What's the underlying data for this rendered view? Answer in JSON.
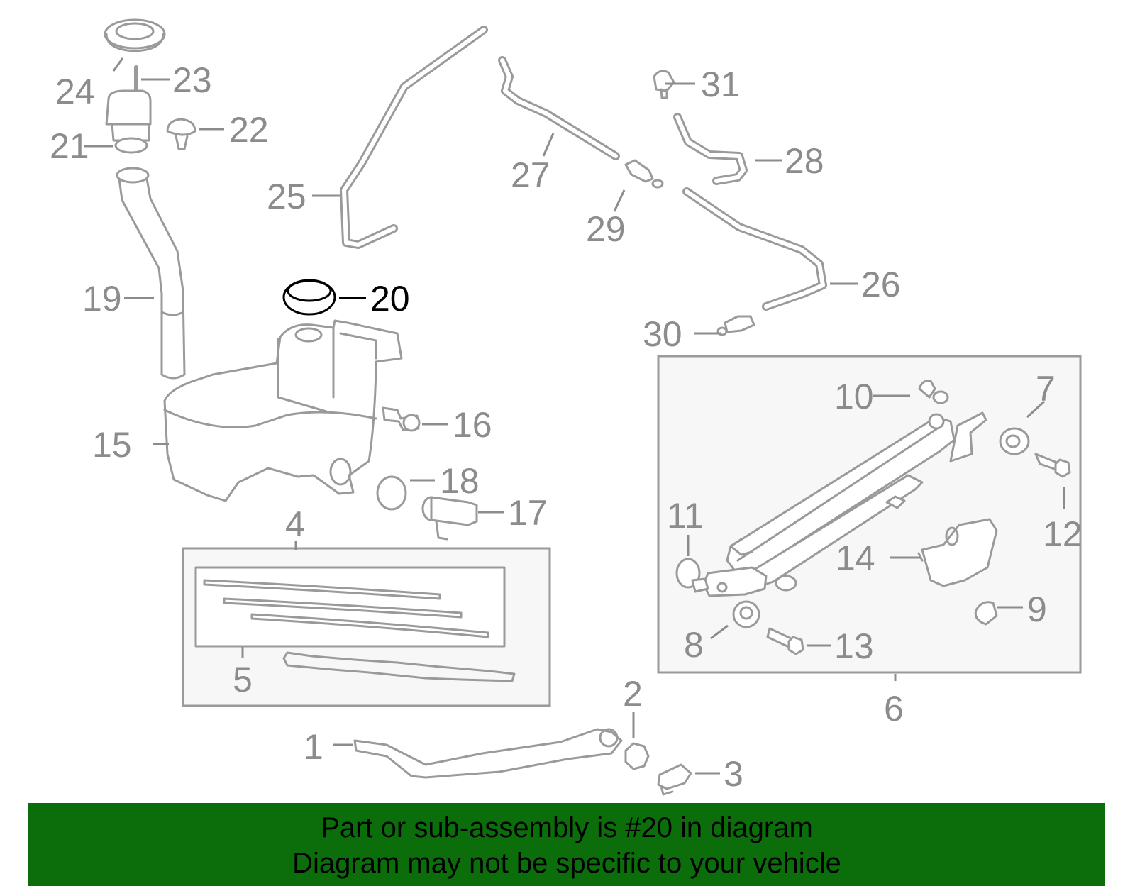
{
  "highlighted_part": "20",
  "callouts": {
    "c1": "1",
    "c2": "2",
    "c3": "3",
    "c4": "4",
    "c5": "5",
    "c6": "6",
    "c7": "7",
    "c8": "8",
    "c9": "9",
    "c10": "10",
    "c11": "11",
    "c12": "12",
    "c13": "13",
    "c14": "14",
    "c15": "15",
    "c16": "16",
    "c17": "17",
    "c18": "18",
    "c19": "19",
    "c20": "20",
    "c21": "21",
    "c22": "22",
    "c23": "23",
    "c24": "24",
    "c25": "25",
    "c26": "26",
    "c27": "27",
    "c28": "28",
    "c29": "29",
    "c30": "30",
    "c31": "31"
  },
  "banner": {
    "line1": "Part or sub-assembly is #20 in diagram",
    "line2": "Diagram may not be specific to your vehicle",
    "background": "#0b6e0b"
  },
  "colors": {
    "line": "#9a9a9a",
    "label": "#8c8c8c",
    "highlight": "#000000"
  }
}
